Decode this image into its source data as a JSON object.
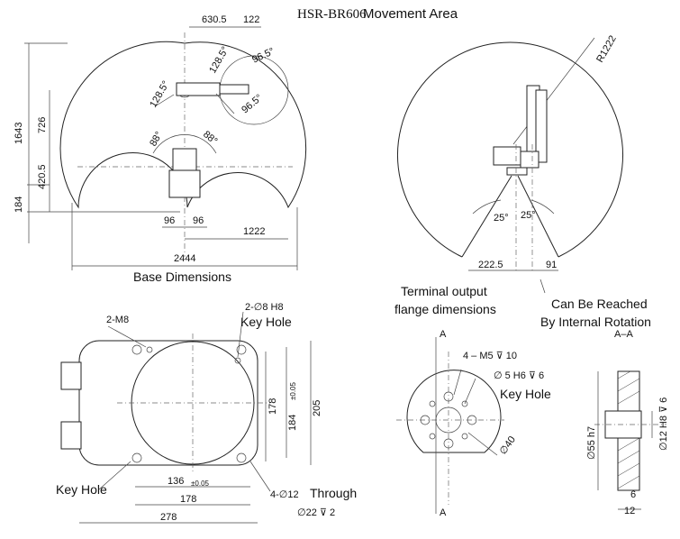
{
  "title_model": "HSR-BR606",
  "title_suffix": "Movement Area",
  "base_dimensions_label": "Base Dimensions",
  "flange_label_line1": "Terminal output",
  "flange_label_line2": "flange dimensions",
  "internal_rotation_line1": "Can Be Reached",
  "internal_rotation_line2": "By Internal Rotation",
  "key_hole_1": "Key Hole",
  "key_hole_2": "Key Hole",
  "key_hole_3": "Key Hole",
  "through_label": "Through",
  "top_view": {
    "d_6305": "630.5",
    "d_122": "122",
    "d_1643": "1643",
    "d_726": "726",
    "d_4205": "420.5",
    "d_184": "184",
    "d_96a": "96",
    "d_96b": "96",
    "d_1222": "1222",
    "d_2444": "2444",
    "a_965_top": "96.5°",
    "a_965_bot": "96.5°",
    "a_1285": "128.5°",
    "a_128_top": "128.5°",
    "a_88_left": "88°",
    "a_88_right": "88°"
  },
  "side_view": {
    "radius": "R1222",
    "a_25_left": "25°",
    "a_25_right": "25°",
    "d_2225": "222.5",
    "d_91": "91"
  },
  "base_plan": {
    "m8": "2-M8",
    "pin_hole": "2-∅8 H8",
    "d_178_v": "178",
    "d_184_v": "184",
    "tol_184": "±0.05",
    "d_205": "205",
    "d_136": "136",
    "tol_136": "±0.05",
    "d_178_h": "178",
    "d_278": "278",
    "hole_12": "4-∅12",
    "cbore": "∅22 ⊽ 2"
  },
  "flange": {
    "section_mark_top": "A",
    "section_mark_bot": "A",
    "section_title": "A–A",
    "m5": "4 – M5  ⊽ 10",
    "pin5": "∅ 5  H6 ⊽ 6",
    "d_40": "∅40",
    "d_55": "∅55 h7",
    "d_12": "∅12 H8 ⊽ 6",
    "d_6": "6",
    "d_12w": "12"
  }
}
